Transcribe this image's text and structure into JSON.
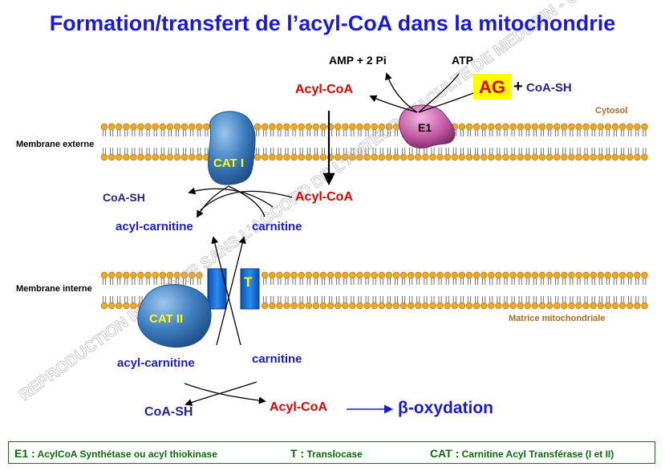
{
  "title": "Formation/transfert de l’acyl-CoA dans la mitochondrie",
  "watermark": "REPRODUCTION INTERDITE SANS L’ACCORD DE L’AUTEUR - FACULTE DE MEDECIN - UPR",
  "labels": {
    "amp": "AMP + 2 Pi",
    "atp": "ATP",
    "acyl_coa_cytosol": "Acyl-CoA",
    "ag": "AG",
    "plus": "+",
    "coash_cytosol": "CoA-SH",
    "cytosol": "Cytosol",
    "membrane_externe": "Membrane externe",
    "e1": "E1",
    "cat1": "CAT I",
    "coash_imm": "CoA-SH",
    "acyl_coa_imm": "Acyl-CoA",
    "acyl_carnitine_1": "acyl-carnitine",
    "carnitine_1": "carnitine",
    "membrane_interne": "Membrane interne",
    "t": "T",
    "cat2": "CAT II",
    "matrice": "Matrice mitochondriale",
    "acyl_carnitine_2": "acyl-carnitine",
    "carnitine_2": "carnitine",
    "coash_matrix": "CoA-SH",
    "acyl_coa_matrix": "Acyl-CoA",
    "beta_ox": "β-oxydation"
  },
  "legend": {
    "e1_key": "E1 :",
    "e1_text": "AcylCoA Synthétase ou acyl thiokinase",
    "t_key": "T :",
    "t_text": "Translocase",
    "cat_key": "CAT :",
    "cat_text": "Carnitine Acyl Transférase (I et II)"
  },
  "colors": {
    "title": "#1a1ad6",
    "red": "#e00000",
    "navy": "#23238e",
    "brown": "#b06a1e",
    "legend": "#0b6b0b",
    "lipid_head": "#f0a81e",
    "cat_blue": "#3f7fc0",
    "e1_pink": "#c45aa4",
    "ag_highlight": "#ffff00"
  }
}
